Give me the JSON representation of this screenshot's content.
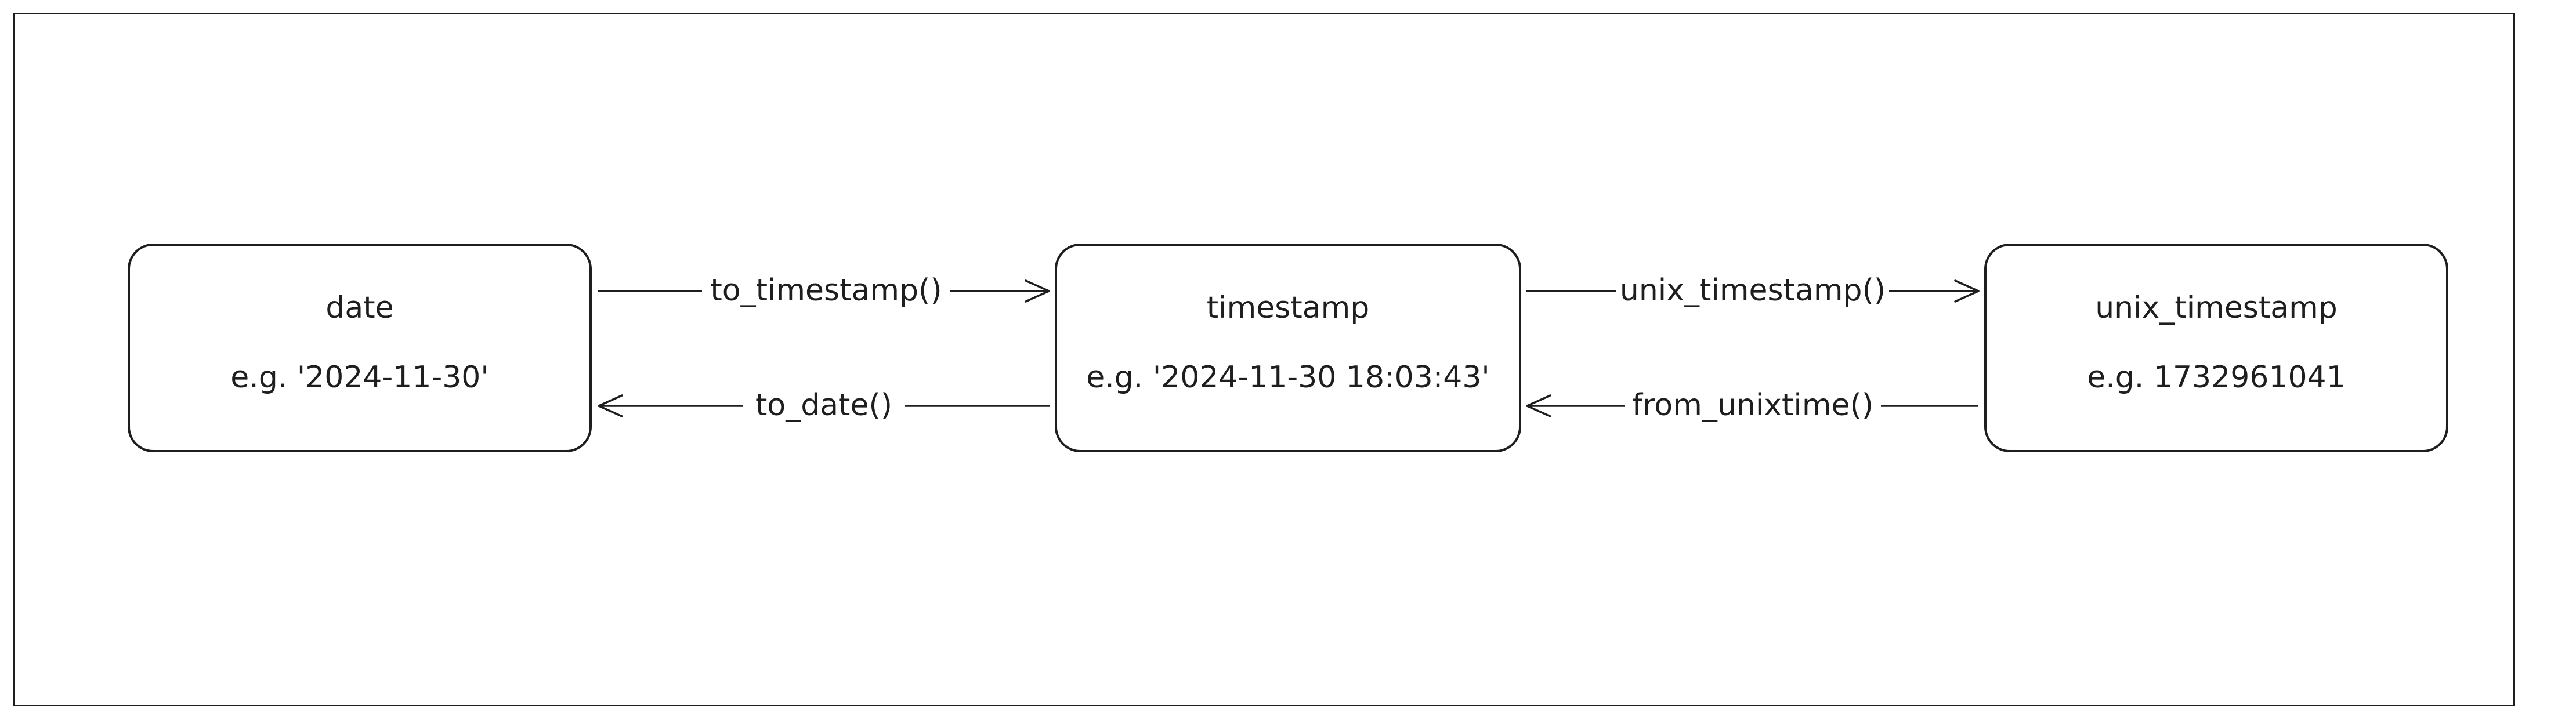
{
  "nodes": [
    {
      "id": "date",
      "title": "date",
      "example": "e.g. '2024-11-30'"
    },
    {
      "id": "timestamp",
      "title": "timestamp",
      "example": "e.g. '2024-11-30 18:03:43'"
    },
    {
      "id": "unix_timestamp",
      "title": "unix_timestamp",
      "example": "e.g. 1732961041"
    }
  ],
  "edges": [
    {
      "from": "date",
      "to": "timestamp",
      "label": "to_timestamp()"
    },
    {
      "from": "timestamp",
      "to": "date",
      "label": "to_date()"
    },
    {
      "from": "timestamp",
      "to": "unix_timestamp",
      "label": "unix_timestamp()"
    },
    {
      "from": "unix_timestamp",
      "to": "timestamp",
      "label": "from_unixtime()"
    }
  ]
}
